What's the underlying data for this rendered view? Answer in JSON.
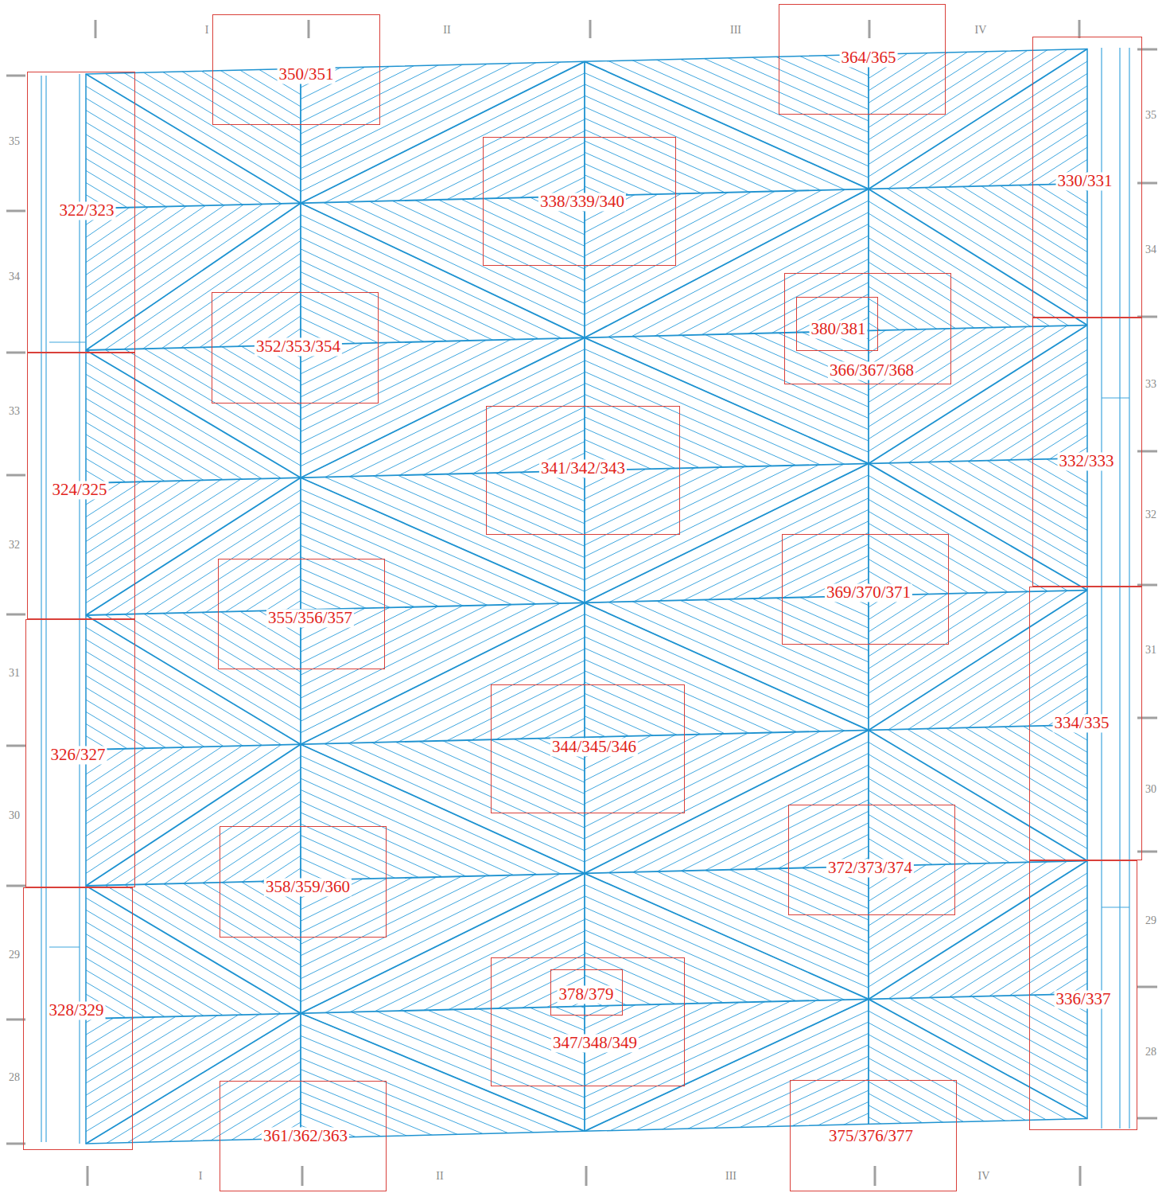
{
  "diagram": {
    "nodes": [
      {
        "text": [
          "350/351"
        ]
      },
      {
        "text": [
          "364/365"
        ]
      },
      {
        "text": [
          "322/323"
        ]
      },
      {
        "text": [
          "330/331"
        ]
      },
      {
        "text": [
          "338/339/340"
        ]
      },
      {
        "text": [
          "366/367/368"
        ]
      },
      {
        "text": [
          "380/381"
        ],
        "in": 5
      },
      {
        "text": [
          "352/353/354"
        ]
      },
      {
        "text": [
          "341/342/343"
        ]
      },
      {
        "text": [
          "332/333"
        ]
      },
      {
        "text": [
          "324/325"
        ]
      },
      {
        "text": [
          "369/370/371"
        ]
      },
      {
        "text": [
          "355/356/357"
        ]
      },
      {
        "text": [
          "334/335"
        ]
      },
      {
        "text": [
          "326/327"
        ]
      },
      {
        "text": [
          "344/345/346"
        ]
      },
      {
        "text": [
          "372/373/374"
        ]
      },
      {
        "text": [
          "358/359/360"
        ]
      },
      {
        "text": [
          "336/337"
        ]
      },
      {
        "text": [
          "347/348/349"
        ]
      },
      {
        "text": [
          "378/379"
        ],
        "in": 19
      },
      {
        "text": [
          "328/329"
        ]
      },
      {
        "text": [
          "361/362/363"
        ]
      },
      {
        "text": [
          "375/376/377"
        ]
      }
    ],
    "labels": [
      "I",
      "II",
      "III",
      "IV",
      "35",
      "34",
      "33",
      "32",
      "31",
      "30",
      "29",
      "28",
      "35",
      "34",
      "33",
      "32",
      "31",
      "30",
      "29",
      "28",
      "I",
      "II",
      "III",
      "IV"
    ]
  }
}
